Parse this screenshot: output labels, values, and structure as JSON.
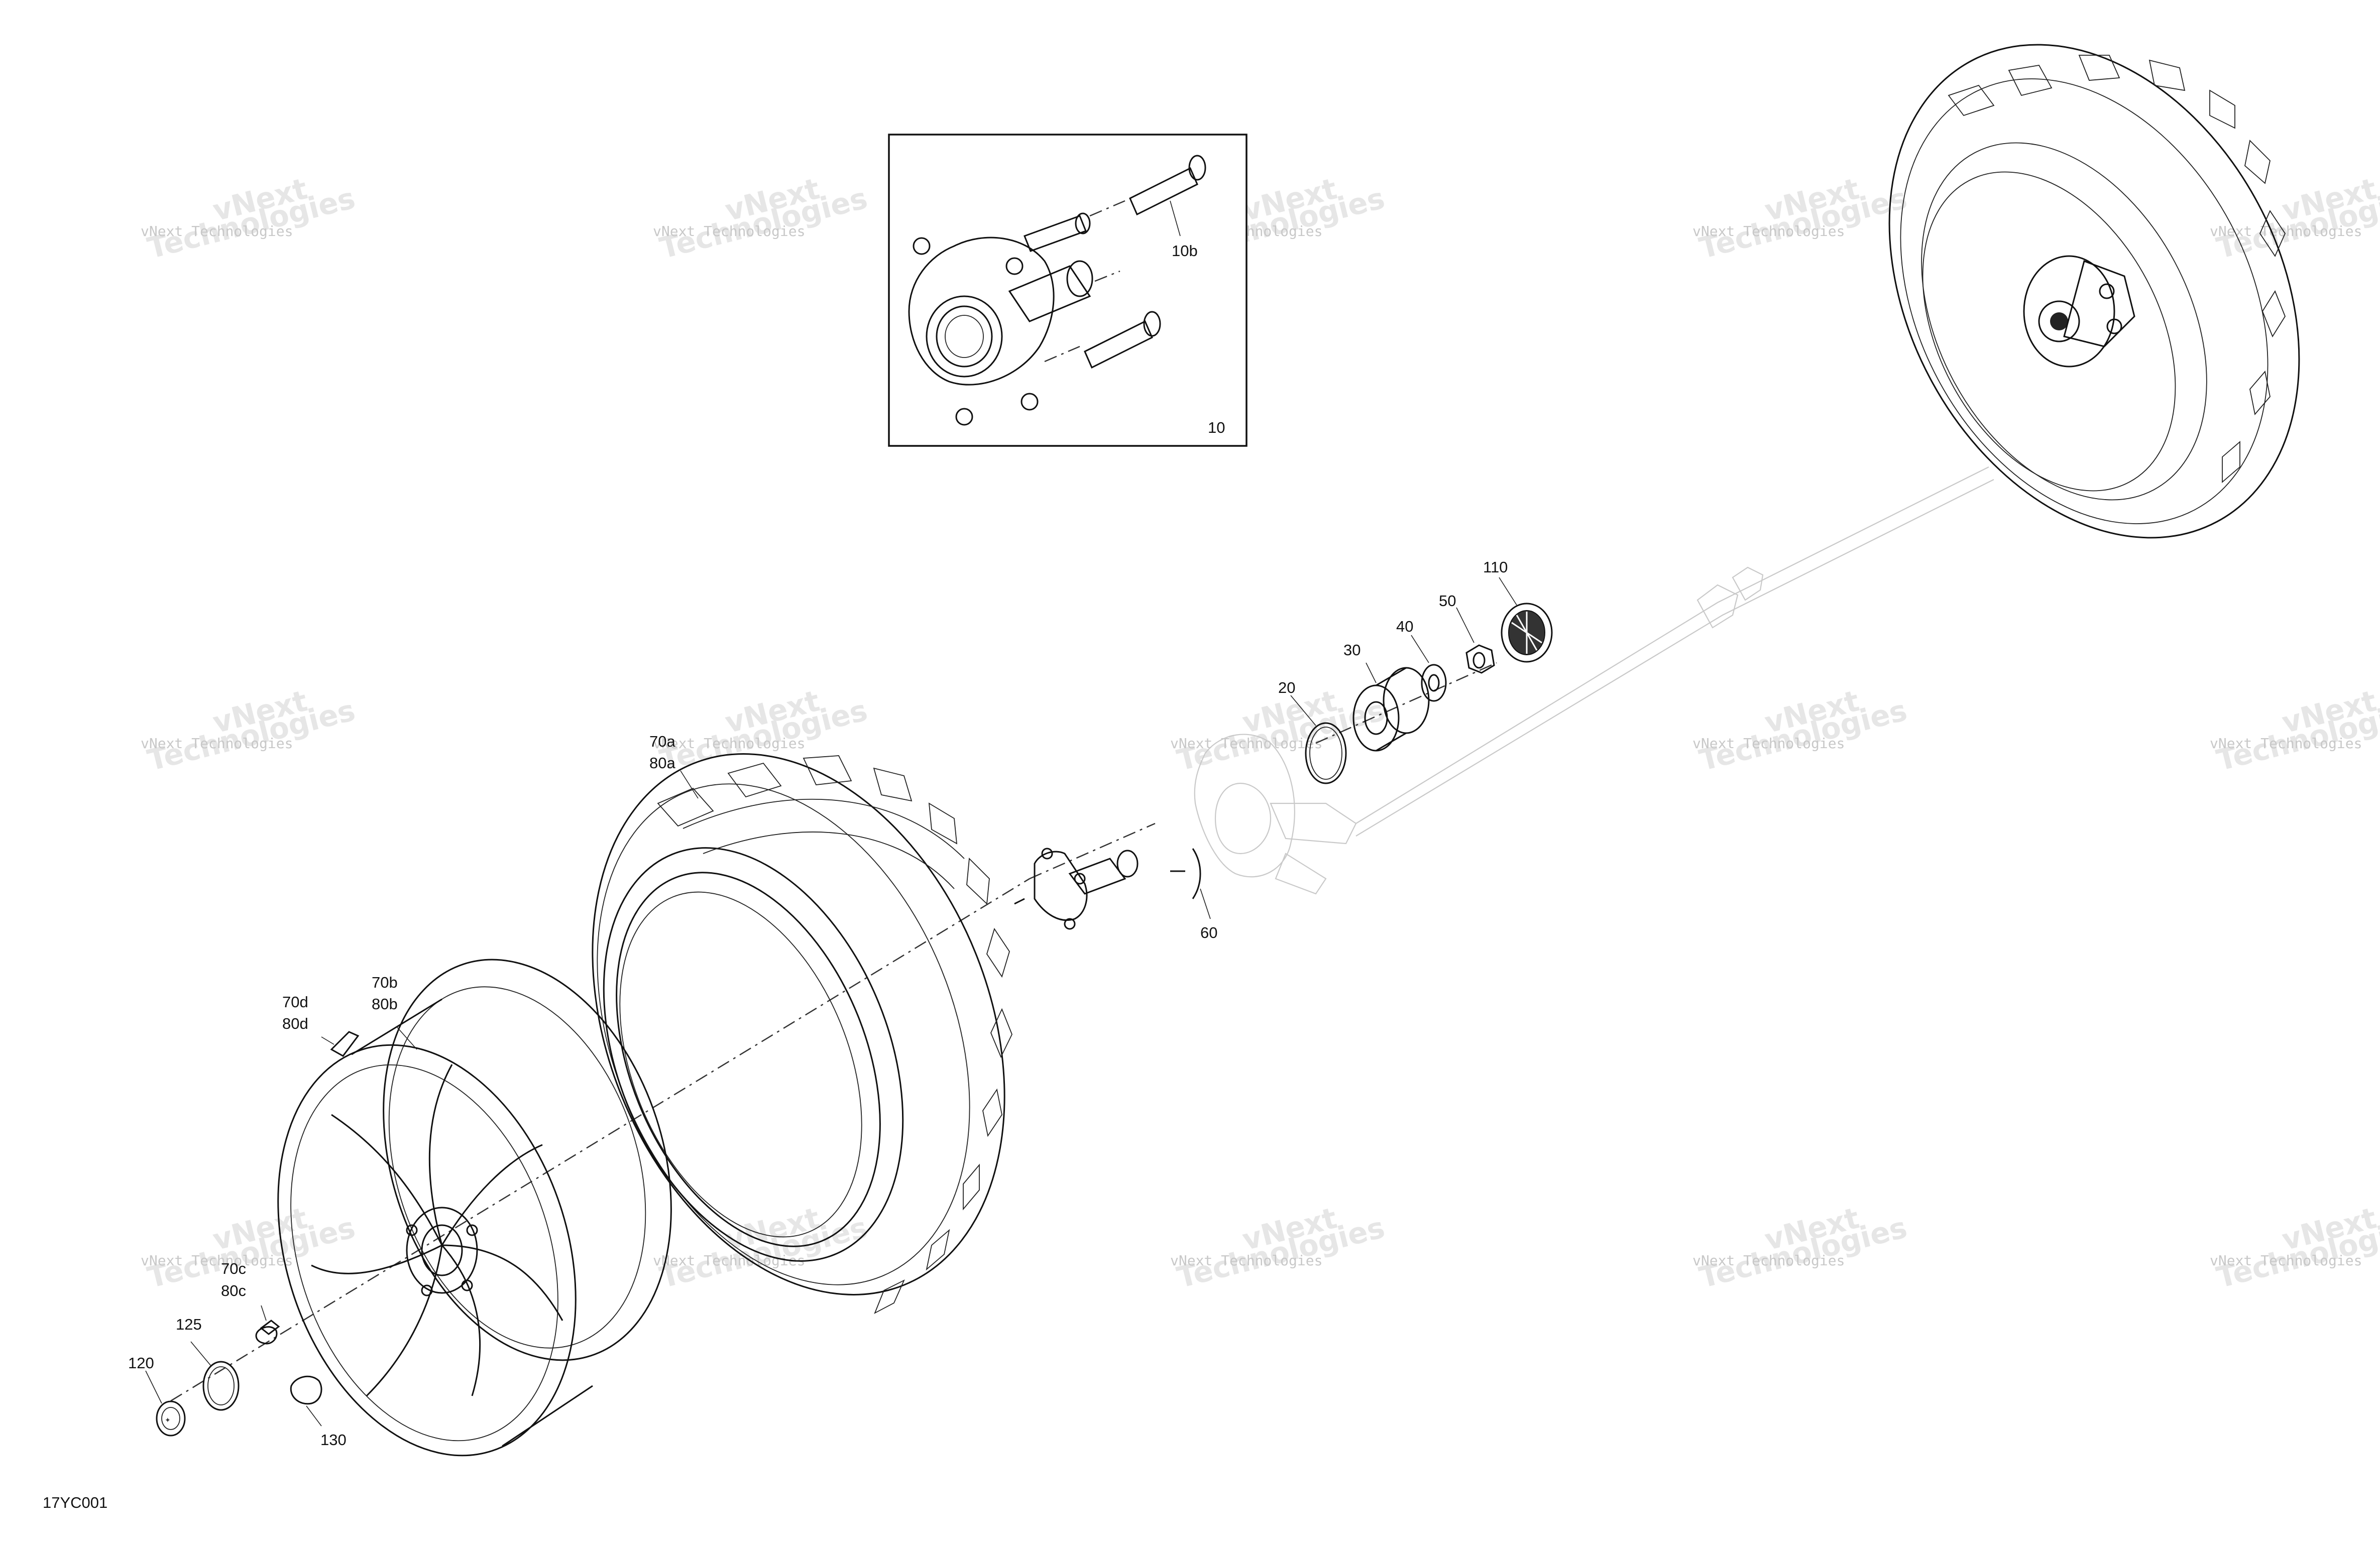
{
  "diagram_code": "17YC001",
  "watermark": {
    "company": "vNext Technologies",
    "top_word": "vNext",
    "bottom_word": "Technologies"
  },
  "inset": {
    "label": "10",
    "sub_label": "10b"
  },
  "callouts": {
    "c10b": "10b",
    "c20": "20",
    "c30": "30",
    "c40": "40",
    "c50": "50",
    "c60": "60",
    "c110": "110",
    "c70a": "70a",
    "c80a": "80a",
    "c70b": "70b",
    "c80b": "80b",
    "c70c": "70c",
    "c80c": "80c",
    "c70d": "70d",
    "c80d": "80d",
    "c120": "120",
    "c125": "125",
    "c130": "130"
  }
}
